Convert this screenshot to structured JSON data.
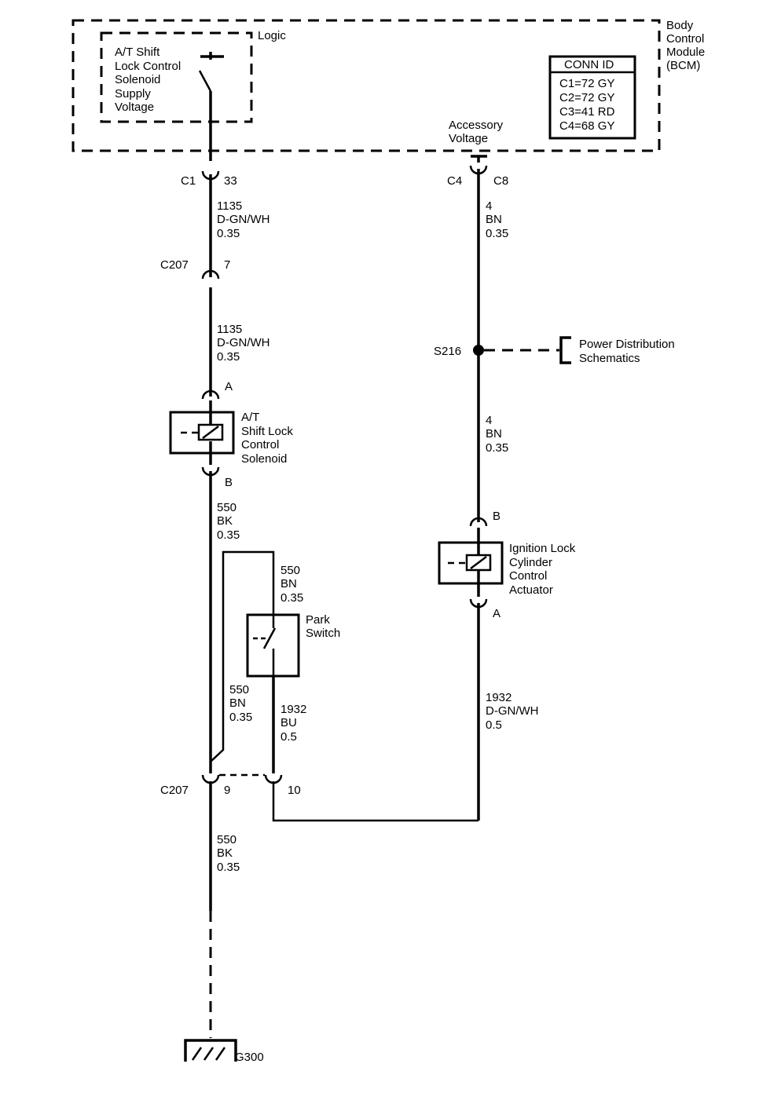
{
  "bcm": {
    "name_lines": [
      "Body",
      "Control",
      "Module",
      "(BCM)"
    ],
    "logic_label": "Logic",
    "supply_lines": [
      "A/T Shift",
      "Lock Control",
      "Solenoid",
      "Supply",
      "Voltage"
    ],
    "accessory_lines": [
      "Accessory",
      "Voltage"
    ],
    "conn_id": {
      "title": "CONN ID",
      "rows": [
        "C1=72 GY",
        "C2=72 GY",
        "C3=41 RD",
        "C4=68 GY"
      ]
    }
  },
  "connectors": {
    "c1": "C1",
    "c1_pin": "33",
    "c4": "C4",
    "c4_pin": "C8",
    "c207_top": "C207",
    "c207_top_pin": "7",
    "c207_bottom": "C207",
    "c207_pin9": "9",
    "c207_pin10": "10",
    "sol_pin_a": "A",
    "sol_pin_b": "B",
    "ign_pin_b": "B",
    "ign_pin_a": "A"
  },
  "wires": {
    "w1135_a": [
      "1135",
      "D-GN/WH",
      "0.35"
    ],
    "w1135_b": [
      "1135",
      "D-GN/WH",
      "0.35"
    ],
    "w4_a": [
      "4",
      "BN",
      "0.35"
    ],
    "w4_b": [
      "4",
      "BN",
      "0.35"
    ],
    "w550_bk": [
      "550",
      "BK",
      "0.35"
    ],
    "w550_bn_top": [
      "550",
      "BN",
      "0.35"
    ],
    "w550_bn_side": [
      "550",
      "BN",
      "0.35"
    ],
    "w1932_bu": [
      "1932",
      "BU",
      "0.5"
    ],
    "w1932_dgn": [
      "1932",
      "D-GN/WH",
      "0.5"
    ],
    "w550_bk_bottom": [
      "550",
      "BK",
      "0.35"
    ]
  },
  "components": {
    "solenoid_lines": [
      "A/T",
      "Shift Lock",
      "Control",
      "Solenoid"
    ],
    "park_switch_lines": [
      "Park",
      "Switch"
    ],
    "ignition_lines": [
      "Ignition Lock",
      "Cylinder",
      "Control",
      "Actuator"
    ],
    "splice": "S216",
    "power_dist_lines": [
      "Power Distribution",
      "Schematics"
    ],
    "ground": "G300"
  }
}
